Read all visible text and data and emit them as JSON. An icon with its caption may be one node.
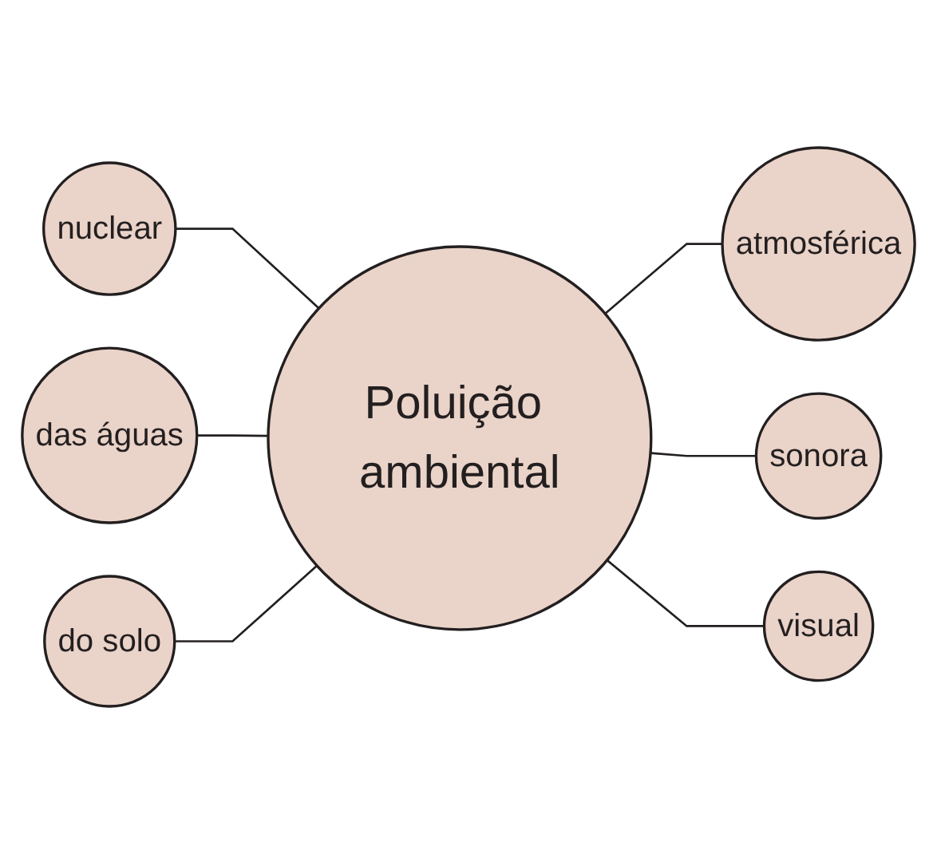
{
  "diagram": {
    "nodes": [
      {
        "text": [
          "Poluição ambiental"
        ]
      },
      {
        "text": [
          "nuclear"
        ]
      },
      {
        "text": [
          "atmosférica"
        ]
      },
      {
        "text": [
          "das águas"
        ]
      },
      {
        "text": [
          "sonora"
        ]
      },
      {
        "text": [
          "do solo"
        ]
      },
      {
        "text": [
          "visual"
        ]
      }
    ],
    "edges": [
      {
        "from": 0,
        "to": 1,
        "arrow": "none"
      },
      {
        "from": 0,
        "to": 2,
        "arrow": "none"
      },
      {
        "from": 0,
        "to": 3,
        "arrow": "none"
      },
      {
        "from": 0,
        "to": 4,
        "arrow": "none"
      },
      {
        "from": 0,
        "to": 5,
        "arrow": "none"
      },
      {
        "from": 0,
        "to": 6,
        "arrow": "none"
      }
    ]
  }
}
